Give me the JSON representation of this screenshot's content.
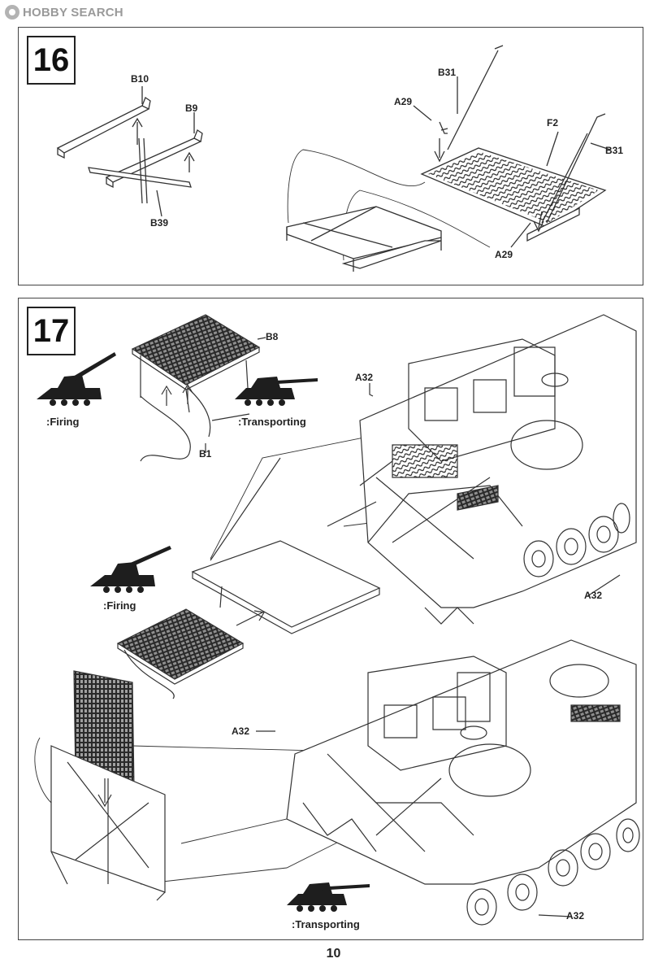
{
  "watermark": {
    "text": "HOBBY SEARCH"
  },
  "page_number": "10",
  "steps": [
    {
      "number": "16",
      "parts": [
        "B10",
        "B9",
        "B39",
        "B31",
        "A29",
        "F2",
        "B31",
        "A29"
      ]
    },
    {
      "number": "17",
      "parts": [
        "B8",
        "B1",
        "A32",
        "A32",
        "A32",
        "A32"
      ],
      "modes": [
        ":Firing",
        ":Transporting",
        ":Firing",
        ":Transporting"
      ]
    }
  ],
  "colors": {
    "line": "#333333",
    "plate": "#2a2a2a",
    "panel_border": "#444444"
  }
}
